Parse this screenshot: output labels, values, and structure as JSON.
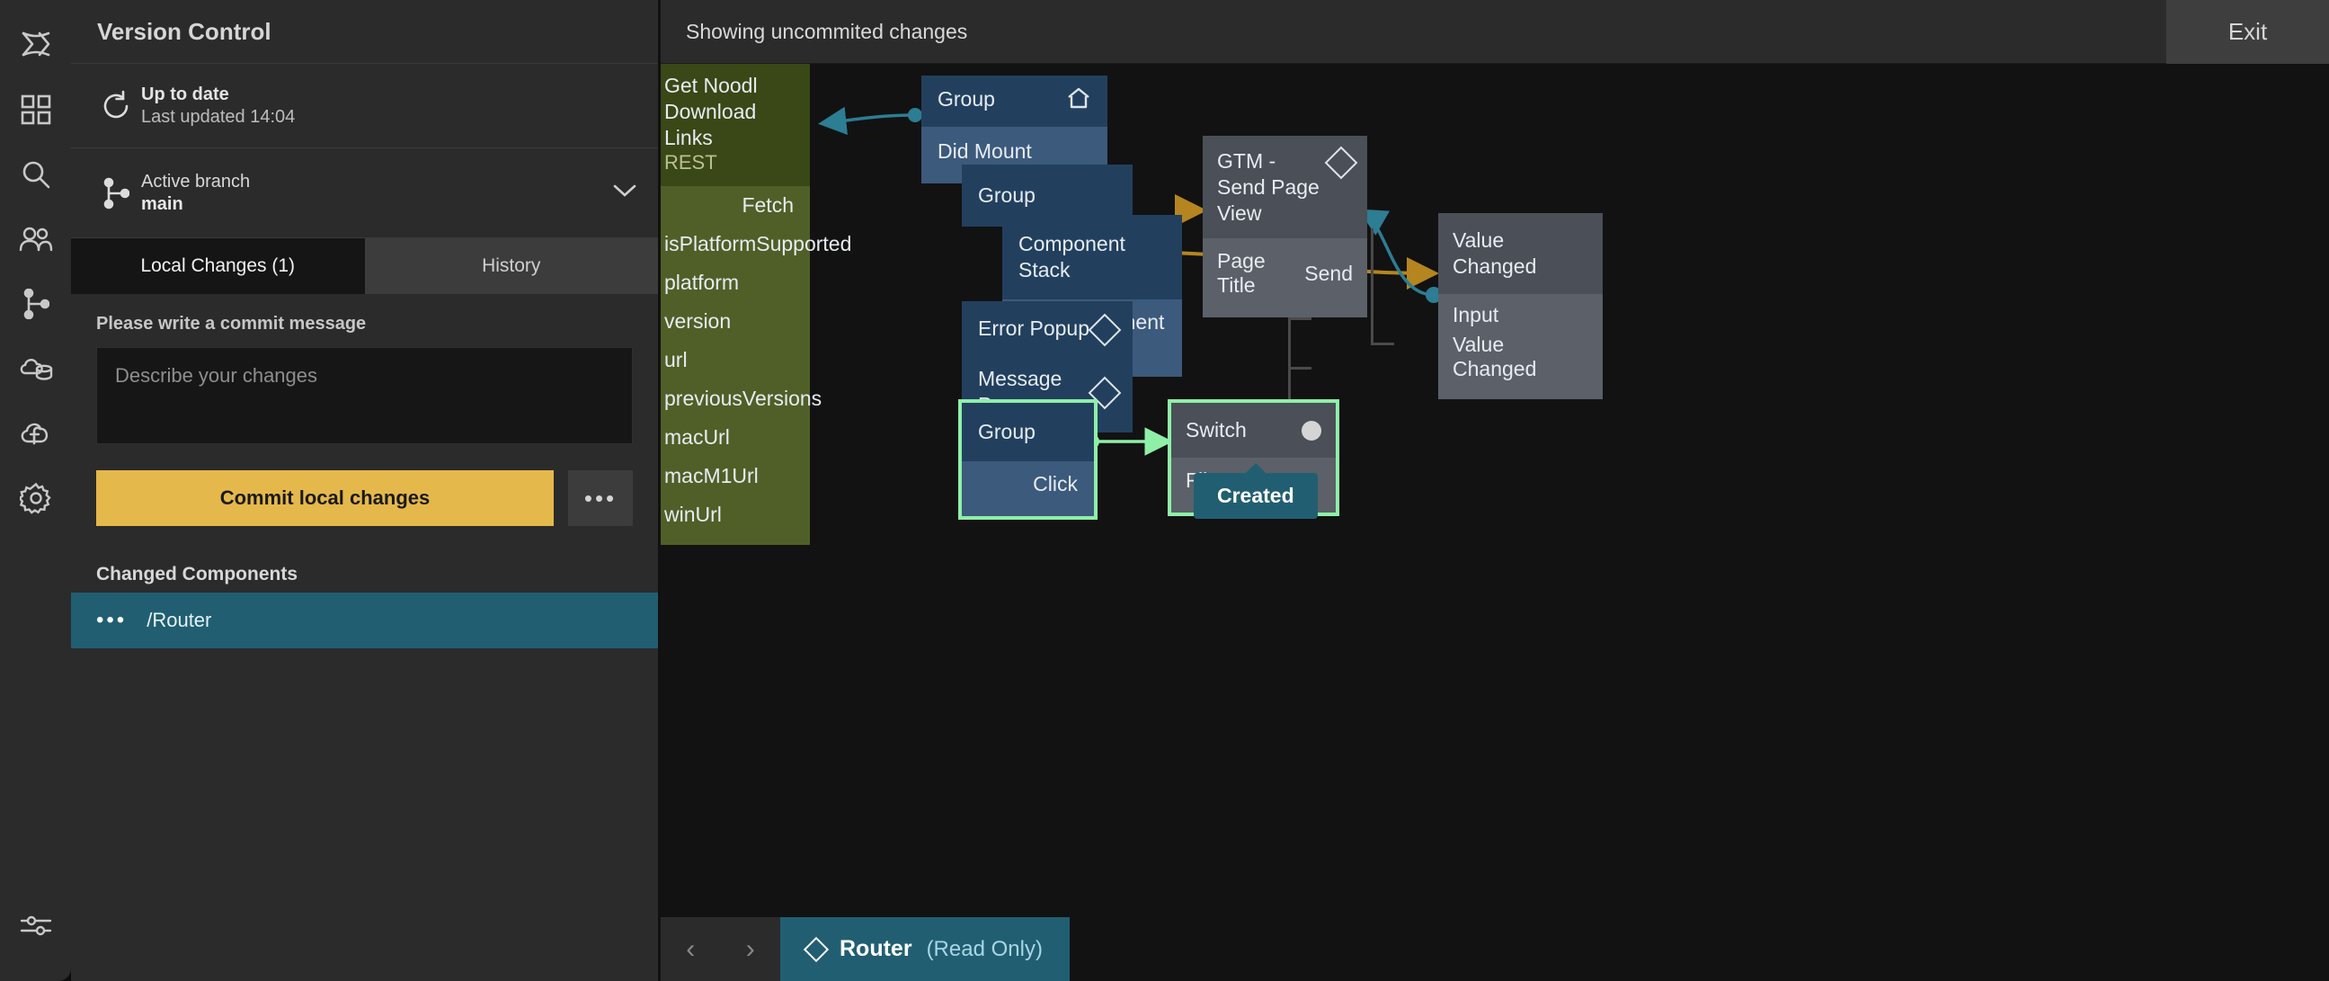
{
  "rail": {
    "items": [
      {
        "icon": "noodl-logo-icon",
        "name": "noodl-logo"
      },
      {
        "icon": "grid-components-icon",
        "name": "components"
      },
      {
        "icon": "search-icon",
        "name": "search"
      },
      {
        "icon": "users-icon",
        "name": "users"
      },
      {
        "icon": "branch-icon",
        "name": "version-control"
      },
      {
        "icon": "cloud-data-icon",
        "name": "cloud-data"
      },
      {
        "icon": "cloud-functions-icon",
        "name": "cloud-functions"
      },
      {
        "icon": "gear-icon",
        "name": "settings"
      },
      {
        "icon": "sliders-icon",
        "name": "preferences"
      }
    ]
  },
  "version_control": {
    "title": "Version Control",
    "status": {
      "headline": "Up to date",
      "sub": "Last updated 14:04",
      "icon": "refresh-icon"
    },
    "branch": {
      "label": "Active branch",
      "value": "main",
      "icon": "branch-icon",
      "chevron": "chevron-down-icon"
    },
    "tabs": [
      {
        "label": "Local Changes (1)",
        "active": true
      },
      {
        "label": "History",
        "active": false
      }
    ],
    "commit": {
      "label": "Please write a commit message",
      "placeholder": "Describe your changes",
      "value": "",
      "button": "Commit local changes",
      "more": "•••"
    },
    "changed": {
      "header": "Changed Components",
      "items": [
        {
          "dots": "•••",
          "name": "/Router"
        }
      ]
    }
  },
  "topbar": {
    "message": "Showing uncommited changes",
    "exit": "Exit"
  },
  "canvas": {
    "nodes": [
      {
        "id": "rest",
        "title": "Get Noodl Download Links",
        "subtitle": "REST",
        "ports_right": [
          "Fetch"
        ],
        "ports_left": [
          "isPlatformSupported",
          "platform",
          "version",
          "url",
          "previousVersions",
          "macUrl",
          "macM1Url",
          "winUrl"
        ]
      },
      {
        "id": "group-root",
        "title": "Group",
        "badge": "home-icon",
        "port": "Did Mount"
      },
      {
        "id": "group-2",
        "title": "Group"
      },
      {
        "id": "component-stack",
        "title": "Component Stack",
        "port": "Top Component Name"
      },
      {
        "id": "error-popup",
        "title": "Error Popup",
        "badge": "diamond-icon"
      },
      {
        "id": "message-popup",
        "title": "Message Popup",
        "badge": "diamond-icon"
      },
      {
        "id": "group-3",
        "title": "Group",
        "port": "Click",
        "selected": true
      },
      {
        "id": "gtm",
        "title": "GTM - Send Page View",
        "badge": "diamond-icon",
        "port_left": "Page Title",
        "port_right": "Send"
      },
      {
        "id": "value-changed",
        "title": "Value Changed",
        "port_in": "Input",
        "port_out": "Value Changed"
      },
      {
        "id": "switch",
        "title": "Switch",
        "badge": "circle-icon",
        "port": "Flip",
        "selected": true
      }
    ],
    "annotation": {
      "label": "Created"
    },
    "colors": {
      "wire_signal": "#2d7d93",
      "wire_data": "#b5851f",
      "wire_selected": "#8ef0a8",
      "select_outline": "#8ef0a8"
    }
  },
  "bottombar": {
    "prev": "‹",
    "next": "›",
    "tab": {
      "name": "Router",
      "state": "(Read Only)",
      "icon": "diamond-icon"
    }
  }
}
